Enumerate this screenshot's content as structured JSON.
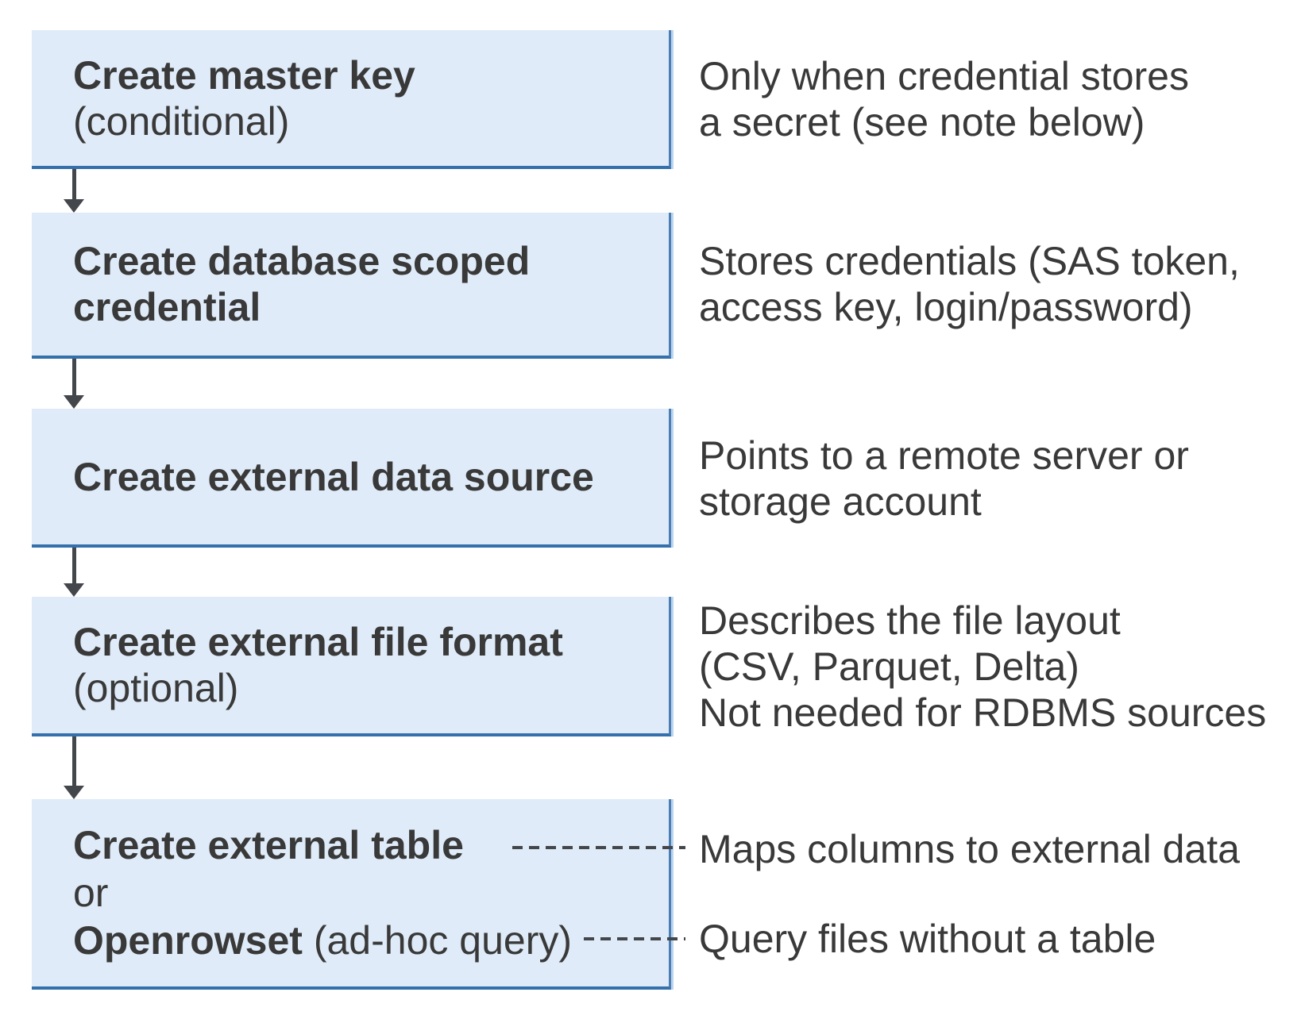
{
  "colors": {
    "box-fill": "#DFEBF8",
    "box-border-bottom": "#3470AC",
    "box-border-right": "#4C7DB3",
    "box-shadow": "#BCD5EF",
    "text": "#393939",
    "connector": "#43464B"
  },
  "steps": [
    {
      "id": "create-master-key",
      "lines": {
        "0": {
          "text": "Create master key"
        },
        "1": {
          "text": "(conditional)"
        }
      }
    },
    {
      "id": "create-database-scoped-credential",
      "lines": {
        "0": {
          "text": "Create database scoped"
        },
        "1": {
          "text": "credential"
        }
      }
    },
    {
      "id": "create-external-data-source",
      "lines": {
        "0": {
          "text": "Create external data source"
        }
      }
    },
    {
      "id": "create-external-file-format",
      "lines": {
        "0": {
          "text": "Create external file format"
        },
        "1": {
          "text": "(optional)"
        }
      }
    },
    {
      "id": "create-external-table-or-openrowset",
      "lines": {
        "0": {
          "text": "Create external table"
        },
        "1": {
          "text": "or"
        },
        "2": {
          "text": "Openrowset",
          "suffix": " (ad-hoc query)"
        }
      }
    }
  ],
  "notes": [
    {
      "lines": {
        "0": "Only when credential stores",
        "1": "a secret (see note below)"
      }
    },
    {
      "lines": {
        "0": "Stores credentials (SAS token,",
        "1": "access key, login/password)"
      }
    },
    {
      "lines": {
        "0": "Points to a remote server or",
        "1": "storage account"
      }
    },
    {
      "lines": {
        "0": "Describes the file layout",
        "1": "(CSV, Parquet, Delta)",
        "2": "Not needed for RDBMS sources"
      }
    },
    {
      "lines": {
        "0": "Maps columns to external data"
      }
    },
    {
      "lines": {
        "0": "Query files without a table"
      }
    }
  ]
}
